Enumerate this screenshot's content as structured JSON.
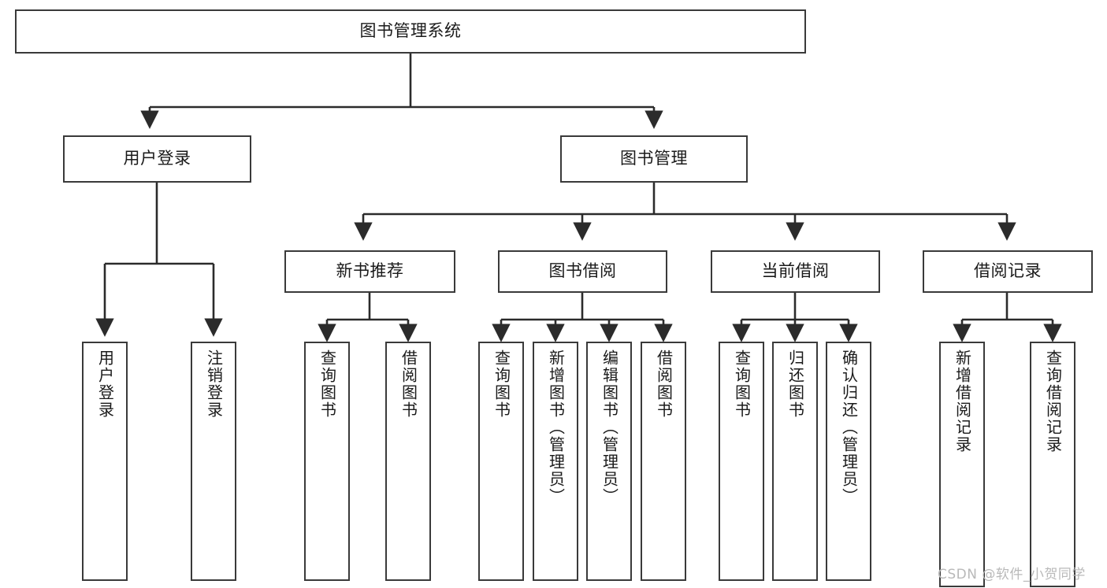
{
  "diagram": {
    "title": "图书管理系统",
    "type": "tree-hierarchy-chart",
    "colors": {
      "box_border": "#3a3a3a",
      "box_fill": "#ffffff",
      "connector": "#2b2b2b",
      "text": "#1a1a1a",
      "watermark": "#b9b9b9",
      "background": "#ffffff"
    },
    "root": {
      "label": "图书管理系统"
    },
    "level2": [
      {
        "label": "用户登录"
      },
      {
        "label": "图书管理"
      }
    ],
    "level3": [
      {
        "label": "新书推荐"
      },
      {
        "label": "图书借阅"
      },
      {
        "label": "当前借阅"
      },
      {
        "label": "借阅记录"
      }
    ],
    "leaves": {
      "user_login": [
        {
          "label": "用户登录"
        },
        {
          "label": "注销登录"
        }
      ],
      "new_book_recommend": [
        {
          "label": "查询图书"
        },
        {
          "label": "借阅图书"
        }
      ],
      "book_borrow": [
        {
          "label": "查询图书"
        },
        {
          "label": "新增图书（管理员）"
        },
        {
          "label": "编辑图书（管理员）"
        },
        {
          "label": "借阅图书"
        }
      ],
      "current_borrow": [
        {
          "label": "查询图书"
        },
        {
          "label": "归还图书"
        },
        {
          "label": "确认归还（管理员）"
        }
      ],
      "borrow_records": [
        {
          "label": "新增借阅记录"
        },
        {
          "label": "查询借阅记录"
        }
      ]
    },
    "watermark": "CSDN @软件_小贺同学"
  }
}
